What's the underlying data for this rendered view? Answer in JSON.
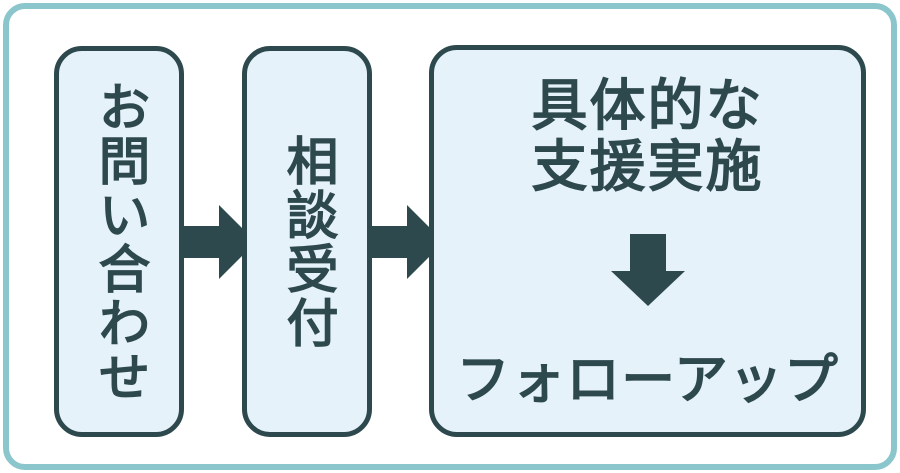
{
  "colors": {
    "dark_teal": "#2D494E",
    "box_fill": "#E6F2F9",
    "outer_border": "#8AC6CB",
    "background": "#FFFFFF"
  },
  "icons": {
    "step_connector_1": "right-arrow-icon",
    "step_connector_2": "right-arrow-icon",
    "sequence_connector": "down-arrow-icon"
  },
  "steps": {
    "inquiry": {
      "label": "お問い合わせ"
    },
    "consultation": {
      "label": "相談受付"
    },
    "support": {
      "line1": "具体的な",
      "line2": "支援実施",
      "followup": "フォローアップ"
    }
  }
}
